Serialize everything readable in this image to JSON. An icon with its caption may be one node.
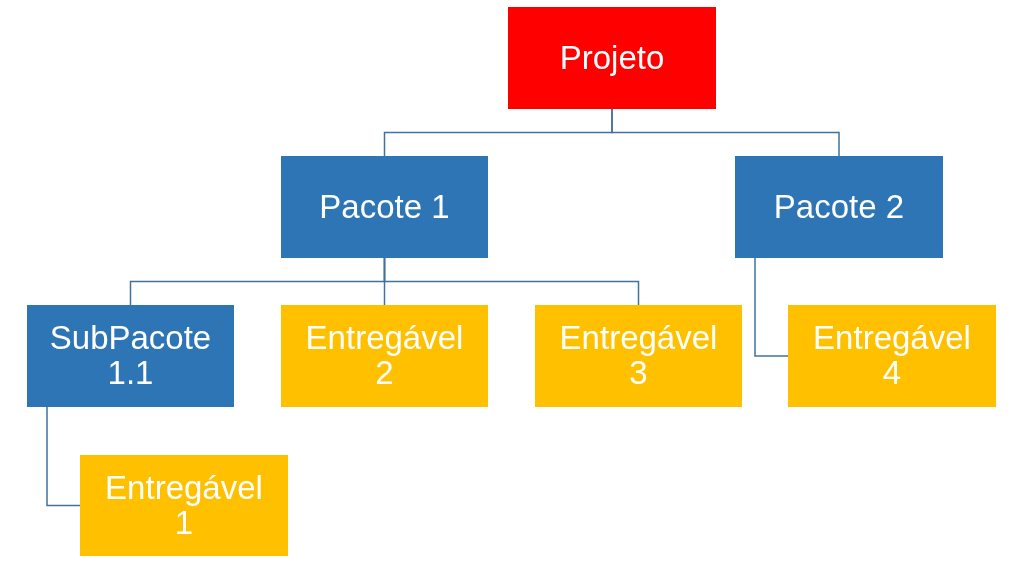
{
  "diagram": {
    "nodes": [
      {
        "text": [
          "Projeto"
        ]
      },
      {
        "text": [
          "Pacote 1"
        ]
      },
      {
        "text": [
          "Pacote 2"
        ]
      },
      {
        "text": [
          "SubPacote 1.1"
        ]
      },
      {
        "text": [
          "Entregável 2"
        ]
      },
      {
        "text": [
          "Entregável 3"
        ]
      },
      {
        "text": [
          "Entregável 4"
        ]
      },
      {
        "text": [
          "Entregável 1"
        ]
      }
    ],
    "edges": [
      {
        "from": 0,
        "to": 1,
        "arrow": "none"
      },
      {
        "from": 0,
        "to": 2,
        "arrow": "none"
      },
      {
        "from": 1,
        "to": 3,
        "arrow": "none"
      },
      {
        "from": 1,
        "to": 4,
        "arrow": "none"
      },
      {
        "from": 1,
        "to": 5,
        "arrow": "none"
      },
      {
        "from": 2,
        "to": 6,
        "arrow": "none"
      },
      {
        "from": 3,
        "to": 7,
        "arrow": "none"
      }
    ]
  }
}
